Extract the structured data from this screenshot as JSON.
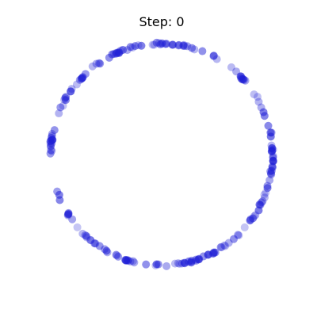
{
  "chart_data": {
    "type": "scatter",
    "title": "Step: 0",
    "xlabel": "",
    "ylabel": "",
    "xlim": [
      -1.1,
      1.1
    ],
    "ylim": [
      -1.1,
      1.1
    ],
    "grid": false,
    "axes_visible": false,
    "point_color": "#1f1fd6",
    "point_count": 200,
    "shape": "ring of points on the unit circle, radius 1.0",
    "radius": 1.0
  }
}
